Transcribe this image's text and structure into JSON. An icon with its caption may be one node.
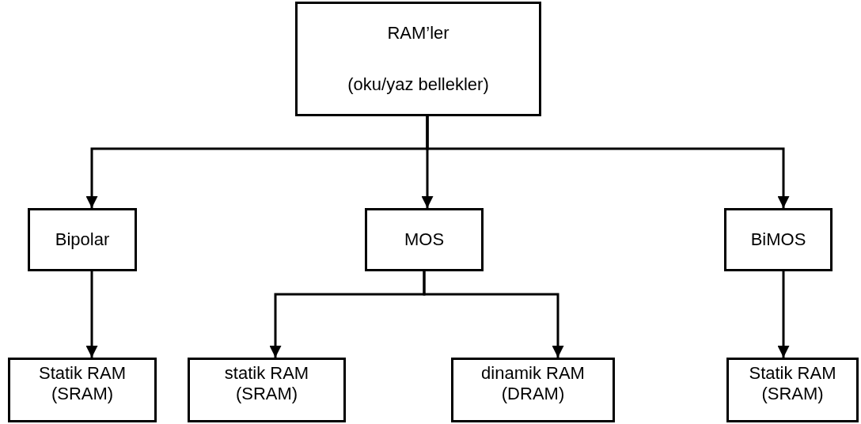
{
  "diagram": {
    "nodes": [
      {
        "text": [
          "RAM’ler",
          "(oku/yaz bellekler)"
        ]
      },
      {
        "text": [
          "Bipolar"
        ]
      },
      {
        "text": [
          "MOS"
        ]
      },
      {
        "text": [
          "BiMOS"
        ]
      },
      {
        "text": [
          "Statik RAM (SRAM)"
        ]
      },
      {
        "text": [
          "statik RAM (SRAM)"
        ]
      },
      {
        "text": [
          "dinamik RAM (DRAM)"
        ]
      },
      {
        "text": [
          "Statik RAM (SRAM)"
        ]
      }
    ],
    "edges": [
      {
        "from": 0,
        "to": 1,
        "arrow": "to"
      },
      {
        "from": 0,
        "to": 2,
        "arrow": "to"
      },
      {
        "from": 0,
        "to": 3,
        "arrow": "to"
      },
      {
        "from": 1,
        "to": 4,
        "arrow": "to"
      },
      {
        "from": 2,
        "to": 5,
        "arrow": "to"
      },
      {
        "from": 2,
        "to": 6,
        "arrow": "to"
      },
      {
        "from": 3,
        "to": 7,
        "arrow": "to"
      }
    ]
  }
}
